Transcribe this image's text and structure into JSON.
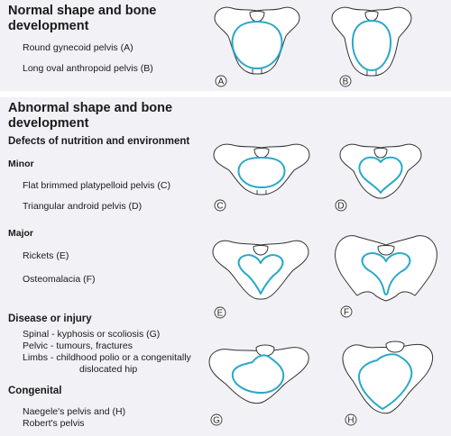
{
  "normal": {
    "heading": "Normal shape and bone development",
    "heading_line1": "Normal shape and bone",
    "heading_line2": "development",
    "items": [
      "Round gynecoid pelvis (A)",
      "Long oval anthropoid pelvis (B)"
    ]
  },
  "abnormal": {
    "heading_line1": "Abnormal shape and bone",
    "heading_line2": "development",
    "nutrition": {
      "heading": "Defects of nutrition and environment",
      "minor": {
        "heading": "Minor",
        "items": [
          "Flat brimmed platypelloid pelvis (C)",
          "Triangular android pelvis (D)"
        ]
      },
      "major": {
        "heading": "Major",
        "items": [
          "Rickets (E)",
          "Osteomalacia (F)"
        ]
      }
    },
    "disease": {
      "heading": "Disease or injury",
      "items": [
        "Spinal - kyphosis or scoliosis (G)",
        "Pelvic - tumours, fractures",
        "Limbs - childhood polio or a congenitally",
        "dislocated hip"
      ]
    },
    "congenital": {
      "heading": "Congenital",
      "items": [
        "Naegele's pelvis and (H)",
        "Robert's pelvis"
      ]
    }
  },
  "figures": [
    {
      "label": "A",
      "inlet_shape": "round"
    },
    {
      "label": "B",
      "inlet_shape": "long-oval"
    },
    {
      "label": "C",
      "inlet_shape": "flat"
    },
    {
      "label": "D",
      "inlet_shape": "heart"
    },
    {
      "label": "E",
      "inlet_shape": "trefoil"
    },
    {
      "label": "F",
      "inlet_shape": "collapsed-trefoil"
    },
    {
      "label": "G",
      "inlet_shape": "asymmetric"
    },
    {
      "label": "H",
      "inlet_shape": "oblique"
    }
  ],
  "colors": {
    "panel_bg": "#f2f1f6",
    "inlet": "#29a9c9",
    "bone_stroke": "#333333"
  }
}
